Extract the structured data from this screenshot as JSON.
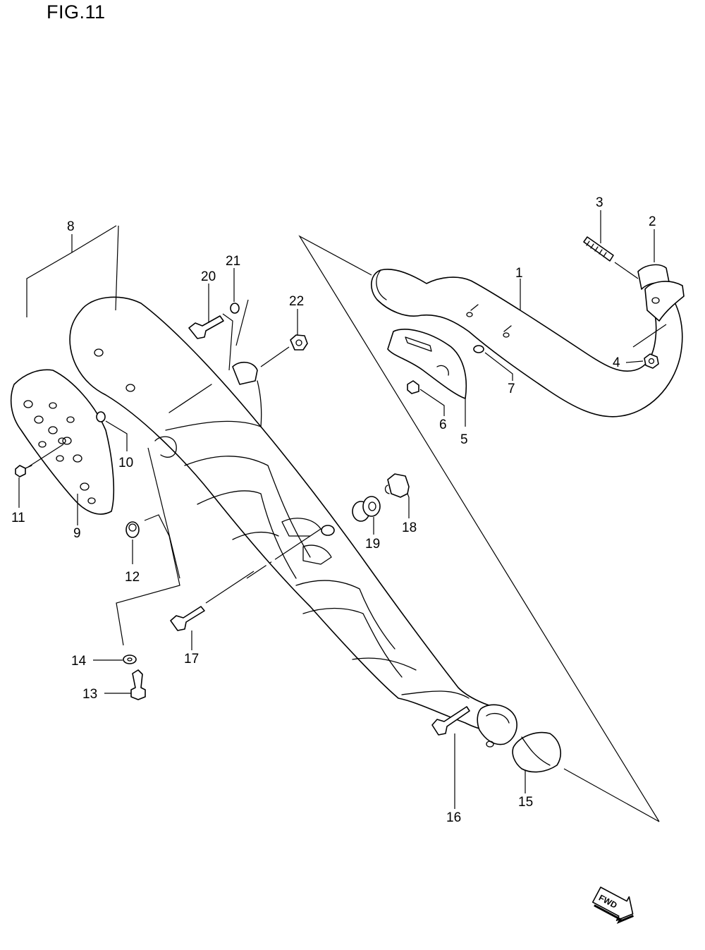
{
  "figure": {
    "title": "FIG.11"
  },
  "callouts": [
    "1",
    "2",
    "3",
    "4",
    "5",
    "6",
    "7",
    "8",
    "9",
    "10",
    "11",
    "12",
    "13",
    "14",
    "15",
    "16",
    "17",
    "18",
    "19",
    "20",
    "21",
    "22"
  ],
  "direction_badge": {
    "label": "FWD",
    "icon": "forward-arrow-icon"
  }
}
